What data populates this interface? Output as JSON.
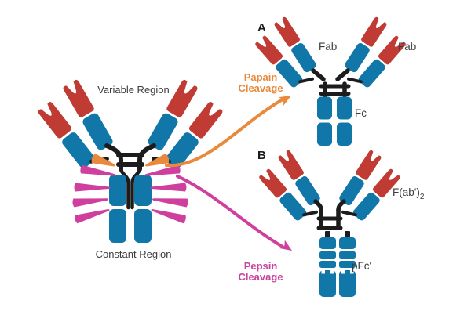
{
  "colors": {
    "red": "#BF3B33",
    "blue": "#1177A8",
    "black": "#1C1C1C",
    "orange": "#E8893B",
    "magenta": "#CE3F9E",
    "label": "#3D3D3D",
    "letter": "#1C1C1C",
    "background": "#FFFFFF"
  },
  "parent_antibody": {
    "variable_region_label": "Variable Region",
    "constant_region_label": "Constant Region"
  },
  "papain": {
    "label_line1": "Papain",
    "label_line2": "Cleavage"
  },
  "pepsin": {
    "label_line1": "Pepsin",
    "label_line2": "Cleavage"
  },
  "panel_a": {
    "letter": "A",
    "fab_left_label": "Fab",
    "fab_right_label": "Fab",
    "fc_label": "Fc"
  },
  "panel_b": {
    "letter": "B",
    "fab2_label_main": "F(ab')",
    "fab2_label_sub": "2",
    "pfc_label": "pFc'"
  }
}
